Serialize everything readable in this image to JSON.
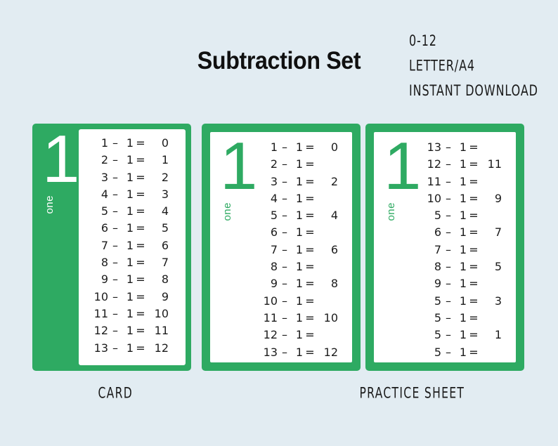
{
  "header": {
    "title": "Subtraction Set",
    "meta_lines": [
      "0-12",
      "LETTER/A4",
      "INSTANT DOWNLOAD"
    ]
  },
  "theme": {
    "background": "#e2ecf2",
    "green": "#2eaa62",
    "panel": "#ffffff",
    "text": "#1c1c1c"
  },
  "captions": {
    "card": "CARD",
    "practice_sheet": "PRACTICE SHEET"
  },
  "cards": [
    {
      "id": "card-one-answers",
      "style": "solid",
      "numeral": "1",
      "word": "one",
      "numeral_color": "#ffffff",
      "rows": [
        {
          "a": "1",
          "op": "–",
          "b": "1",
          "eq": "=",
          "res": "0"
        },
        {
          "a": "2",
          "op": "–",
          "b": "1",
          "eq": "=",
          "res": "1"
        },
        {
          "a": "3",
          "op": "–",
          "b": "1",
          "eq": "=",
          "res": "2"
        },
        {
          "a": "4",
          "op": "–",
          "b": "1",
          "eq": "=",
          "res": "3"
        },
        {
          "a": "5",
          "op": "–",
          "b": "1",
          "eq": "=",
          "res": "4"
        },
        {
          "a": "6",
          "op": "–",
          "b": "1",
          "eq": "=",
          "res": "5"
        },
        {
          "a": "7",
          "op": "–",
          "b": "1",
          "eq": "=",
          "res": "6"
        },
        {
          "a": "8",
          "op": "–",
          "b": "1",
          "eq": "=",
          "res": "7"
        },
        {
          "a": "9",
          "op": "–",
          "b": "1",
          "eq": "=",
          "res": "8"
        },
        {
          "a": "10",
          "op": "–",
          "b": "1",
          "eq": "=",
          "res": "9"
        },
        {
          "a": "11",
          "op": "–",
          "b": "1",
          "eq": "=",
          "res": "10"
        },
        {
          "a": "12",
          "op": "–",
          "b": "1",
          "eq": "=",
          "res": "11"
        },
        {
          "a": "13",
          "op": "–",
          "b": "1",
          "eq": "=",
          "res": "12"
        }
      ]
    },
    {
      "id": "practice-sheet-sequential",
      "style": "frame",
      "numeral": "1",
      "word": "one",
      "numeral_color": "#2eaa62",
      "rows": [
        {
          "a": "1",
          "op": "–",
          "b": "1",
          "eq": "=",
          "res": "0"
        },
        {
          "a": "2",
          "op": "–",
          "b": "1",
          "eq": "=",
          "res": ""
        },
        {
          "a": "3",
          "op": "–",
          "b": "1",
          "eq": "=",
          "res": "2"
        },
        {
          "a": "4",
          "op": "–",
          "b": "1",
          "eq": "=",
          "res": ""
        },
        {
          "a": "5",
          "op": "–",
          "b": "1",
          "eq": "=",
          "res": "4"
        },
        {
          "a": "6",
          "op": "–",
          "b": "1",
          "eq": "=",
          "res": ""
        },
        {
          "a": "7",
          "op": "–",
          "b": "1",
          "eq": "=",
          "res": "6"
        },
        {
          "a": "8",
          "op": "–",
          "b": "1",
          "eq": "=",
          "res": ""
        },
        {
          "a": "9",
          "op": "–",
          "b": "1",
          "eq": "=",
          "res": "8"
        },
        {
          "a": "10",
          "op": "–",
          "b": "1",
          "eq": "=",
          "res": ""
        },
        {
          "a": "11",
          "op": "–",
          "b": "1",
          "eq": "=",
          "res": "10"
        },
        {
          "a": "12",
          "op": "–",
          "b": "1",
          "eq": "=",
          "res": ""
        },
        {
          "a": "13",
          "op": "–",
          "b": "1",
          "eq": "=",
          "res": "12"
        }
      ]
    },
    {
      "id": "practice-sheet-shuffled",
      "style": "frame",
      "numeral": "1",
      "word": "one",
      "numeral_color": "#2eaa62",
      "rows": [
        {
          "a": "13",
          "op": "–",
          "b": "1",
          "eq": "=",
          "res": ""
        },
        {
          "a": "12",
          "op": "–",
          "b": "1",
          "eq": "=",
          "res": "11"
        },
        {
          "a": "11",
          "op": "–",
          "b": "1",
          "eq": "=",
          "res": ""
        },
        {
          "a": "10",
          "op": "–",
          "b": "1",
          "eq": "=",
          "res": "9"
        },
        {
          "a": "5",
          "op": "–",
          "b": "1",
          "eq": "=",
          "res": ""
        },
        {
          "a": "6",
          "op": "–",
          "b": "1",
          "eq": "=",
          "res": "7"
        },
        {
          "a": "7",
          "op": "–",
          "b": "1",
          "eq": "=",
          "res": ""
        },
        {
          "a": "8",
          "op": "–",
          "b": "1",
          "eq": "=",
          "res": "5"
        },
        {
          "a": "9",
          "op": "–",
          "b": "1",
          "eq": "=",
          "res": ""
        },
        {
          "a": "5",
          "op": "–",
          "b": "1",
          "eq": "=",
          "res": "3"
        },
        {
          "a": "5",
          "op": "–",
          "b": "1",
          "eq": "=",
          "res": ""
        },
        {
          "a": "5",
          "op": "–",
          "b": "1",
          "eq": "=",
          "res": "1"
        },
        {
          "a": "5",
          "op": "–",
          "b": "1",
          "eq": "=",
          "res": ""
        }
      ]
    }
  ]
}
